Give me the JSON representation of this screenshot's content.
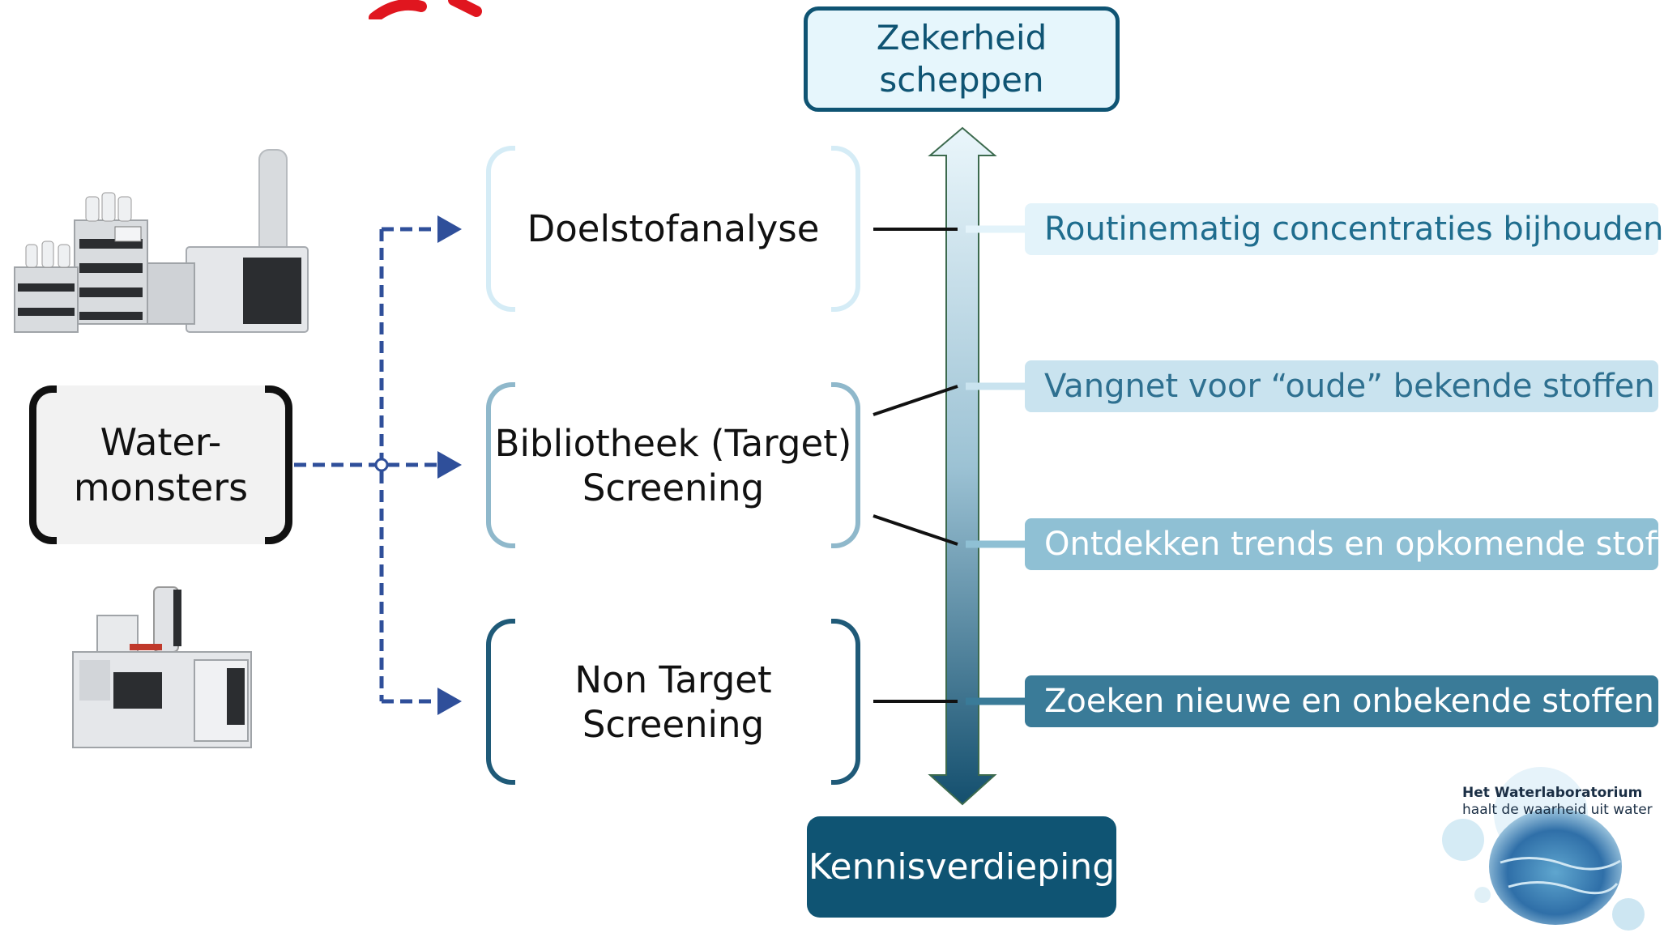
{
  "samples": {
    "line1": "Water-",
    "line2": "monsters"
  },
  "methods": [
    {
      "line1": "Doelstofanalyse",
      "line2": ""
    },
    {
      "line1": "Bibliotheek (Target)",
      "line2": "Screening"
    },
    {
      "line1": "Non Target",
      "line2": "Screening"
    }
  ],
  "axis": {
    "top_line1": "Zekerheid",
    "top_line2": "scheppen",
    "bottom_label": "Kennisverdieping"
  },
  "goals": [
    "Routinematig concentraties bijhouden",
    "Vangnet voor “oude” bekende stoffen",
    "Ontdekken trends en opkomende stoffen",
    "Zoeken nieuwe en onbekende stoffen"
  ],
  "logo": {
    "name": "Het Waterlaboratorium",
    "tagline": "haalt de waarheid uit water"
  },
  "colors": {
    "dark_teal": "#0f5473",
    "dashed_connector": "#2f4f9a",
    "title_red": "#e0161f",
    "goal1_bg": "#e3f3fa",
    "goal2_bg": "#c9e3ef",
    "goal3_bg": "#8fc0d4",
    "goal4_bg": "#3a7b98"
  },
  "icons": [
    "lc-ms-instrument-image",
    "gc-ms-instrument-image",
    "water-splash-logo"
  ]
}
